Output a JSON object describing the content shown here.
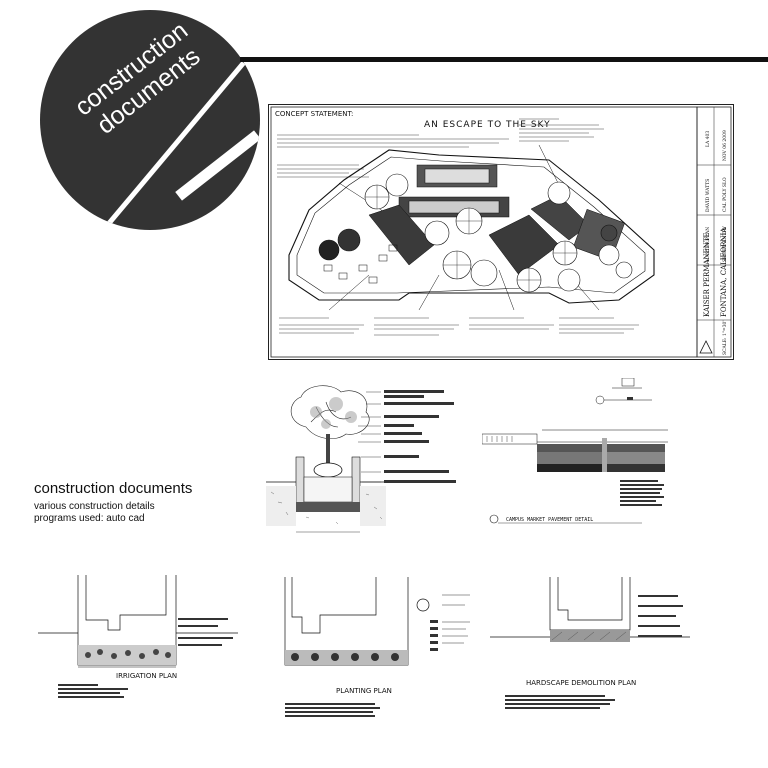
{
  "badge": {
    "line1": "construction",
    "line2": "documents"
  },
  "caption": {
    "title": "construction documents",
    "line1": "various construction details",
    "line2": "programs used: auto cad"
  },
  "main_sheet": {
    "concept_label": "CONCEPT STATEMENT:",
    "plan_title": "AN ESCAPE TO THE SKY",
    "title_block": {
      "project": "KAISER PERMANENTE",
      "location": "FONTANA, CALIFORNIA",
      "sheet": "MASTER PLAN",
      "designer": "DAVID WATTS",
      "course": "LA 403",
      "date": "NOV 06 2009",
      "scale": "SCALE: 1\"=30'",
      "school": "CAL POLY SLO",
      "sheet_no": "SHEET: ENTRY"
    }
  },
  "details": {
    "pavement": {
      "title": "CAMPUS MARKET PAVEMENT DETAIL"
    },
    "irrigation": {
      "title": "IRRIGATION PLAN"
    },
    "planting": {
      "title": "PLANTING PLAN"
    },
    "hardscape": {
      "title": "HARDSCAPE DEMOLITION PLAN"
    }
  }
}
